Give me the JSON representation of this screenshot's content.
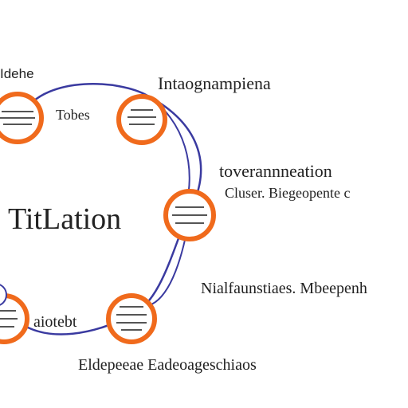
{
  "diagram": {
    "title": "TitLation",
    "colors": {
      "ring": "#3a3aa0",
      "node_border": "#f06a1c",
      "node_fill": "#ffffff",
      "text": "#222222",
      "node_text": "#333333"
    },
    "nodes": [
      {
        "label": "Tobes"
      },
      {
        "label": ""
      },
      {
        "label": ""
      },
      {
        "label": "aiotebt"
      },
      {
        "label": ""
      },
      {
        "label": ""
      }
    ],
    "annotations": [
      {
        "text": "Idehe"
      },
      {
        "text": "Intaognampiena"
      },
      {
        "text": "toverannneation"
      },
      {
        "text": "Cluser. Biegeopente c"
      },
      {
        "text": "Nialfaunstiaes. Mbeepenh"
      },
      {
        "text": "Eldepeeae Eadeoageschiaos"
      }
    ]
  }
}
